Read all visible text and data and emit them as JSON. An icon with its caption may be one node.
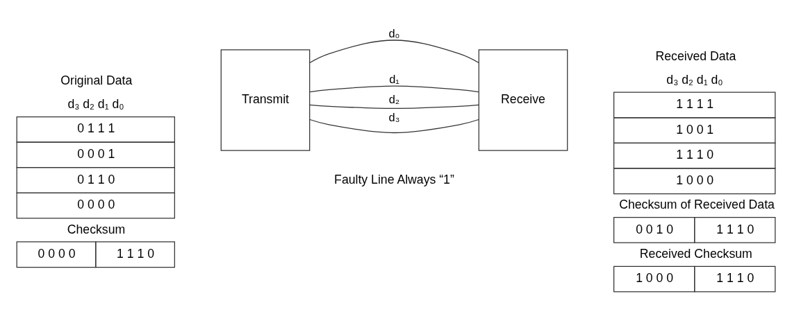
{
  "diagram": {
    "nodes": [
      {
        "text": [
          "Transmit"
        ]
      },
      {
        "text": [
          "Receive"
        ]
      }
    ],
    "edges": [
      {
        "from": 0,
        "to": 1,
        "arrow": "none",
        "label": "d₀"
      },
      {
        "from": 0,
        "to": 1,
        "arrow": "none",
        "label": "d₁"
      },
      {
        "from": 0,
        "to": 1,
        "arrow": "none",
        "label": "d₂"
      },
      {
        "from": 0,
        "to": 1,
        "arrow": "none",
        "label": "d₃"
      }
    ],
    "labels": [
      "Original Data",
      "d₃ d₂ d₁ d₀",
      "0 1 1 1",
      "0 0 0 1",
      "0 1 1 0",
      "0 0 0 0",
      "Checksum",
      "0 0 0 0",
      "1 1 1 0",
      "Faulty Line Always “1”",
      "Received Data",
      "d₃ d₂ d₁ d₀",
      "1 1 1 1",
      "1 0 0 1",
      "1 1 1 0",
      "1 0 0 0",
      "Checksum of Received Data",
      "0 0 1 0",
      "1 1 1 0",
      "Received Checksum",
      "1 0 0 0",
      "1 1 1 0"
    ]
  }
}
